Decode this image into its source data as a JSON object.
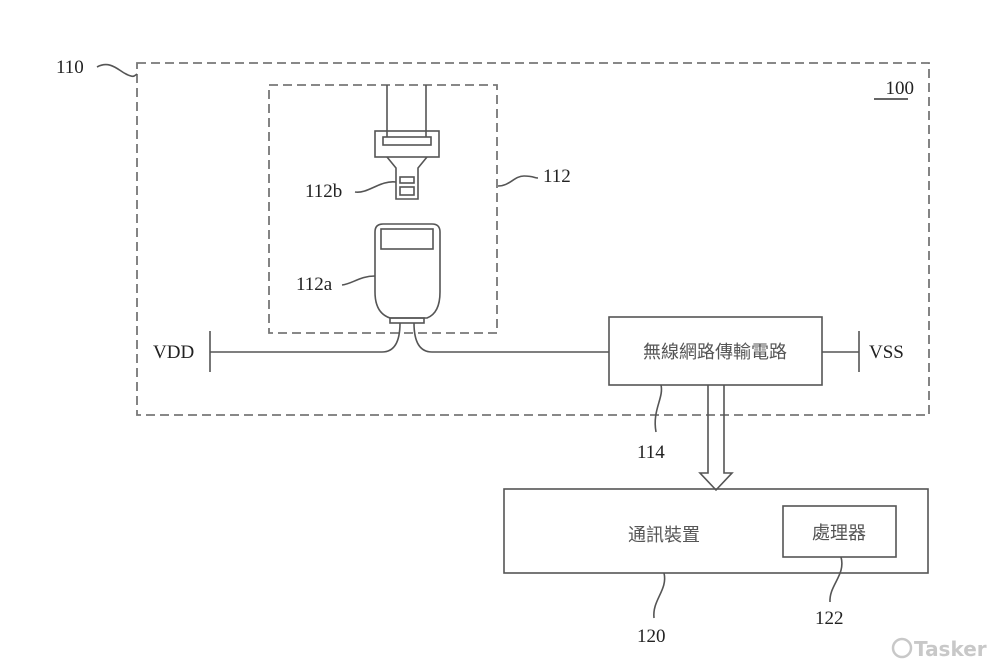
{
  "diagram": {
    "figure_ref": "100",
    "labels": {
      "outer_box": "110",
      "belt_group": "112",
      "buckle_tongue": "112b",
      "buckle_receiver": "112a",
      "wireless_circuit_ref": "114",
      "comm_device_ref": "120",
      "processor_ref": "122"
    },
    "power": {
      "vdd": "VDD",
      "vss": "VSS"
    },
    "blocks": {
      "wireless_circuit": "無線網路傳輸電路",
      "comm_device": "通訊裝置",
      "processor": "處理器"
    },
    "watermark": "Tasker"
  }
}
